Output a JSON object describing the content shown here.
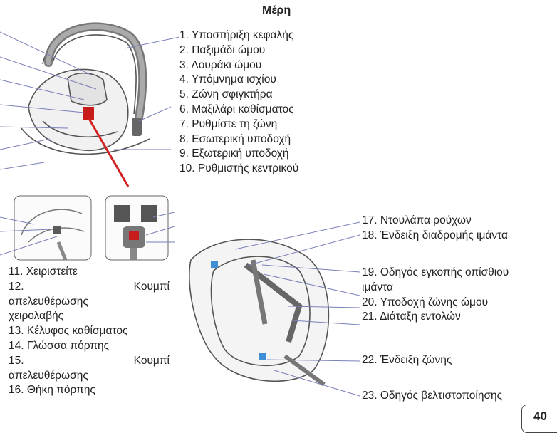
{
  "title": "Μέρη",
  "parts_top": [
    "1. Υποστήριξη κεφαλής",
    "2. Παξιμάδι ώμου",
    "3. Λουράκι ώμου",
    "4. Υπόμνημα ισχίου",
    "5. Ζώνη σφιγκτήρα",
    "6. Μαξιλάρι καθίσματος",
    "7. Ρυθμίστε τη ζώνη",
    "8. Εσωτερική υποδοχή",
    "9. Εξωτερική υποδοχή",
    "10. Ρυθμιστής κεντρικού"
  ],
  "parts_left": {
    "p11": "11. Χειριστείτε",
    "p12_num": "12.",
    "p12_word": "Κουμπί",
    "p12_l2": "απελευθέρωσης",
    "p12_l3": "χειρολαβής",
    "p13": "13. Κέλυφος καθίσματος",
    "p14": "14. Γλώσσα πόρπης",
    "p15_num": "15.",
    "p15_word": "Κουμπί",
    "p15_l2": "απελευθέρωσης",
    "p16": "16. Θήκη πόρπης"
  },
  "parts_right": {
    "p17": "17. Ντουλάπα ρούχων",
    "p18": "18. Ένδειξη διαδρομής ιμάντα",
    "p19_l1": "19. Οδηγός εγκοπής οπίσθιου",
    "p19_l2": "ιμάντα",
    "p20": "20. Υποδοχή ζώνης ώμου",
    "p21": "21. Διάταξη εντολών",
    "p22": "22. Ένδειξη ζώνης",
    "p23": "23. Οδηγός βελτιστοποίησης"
  },
  "page_number": "40"
}
